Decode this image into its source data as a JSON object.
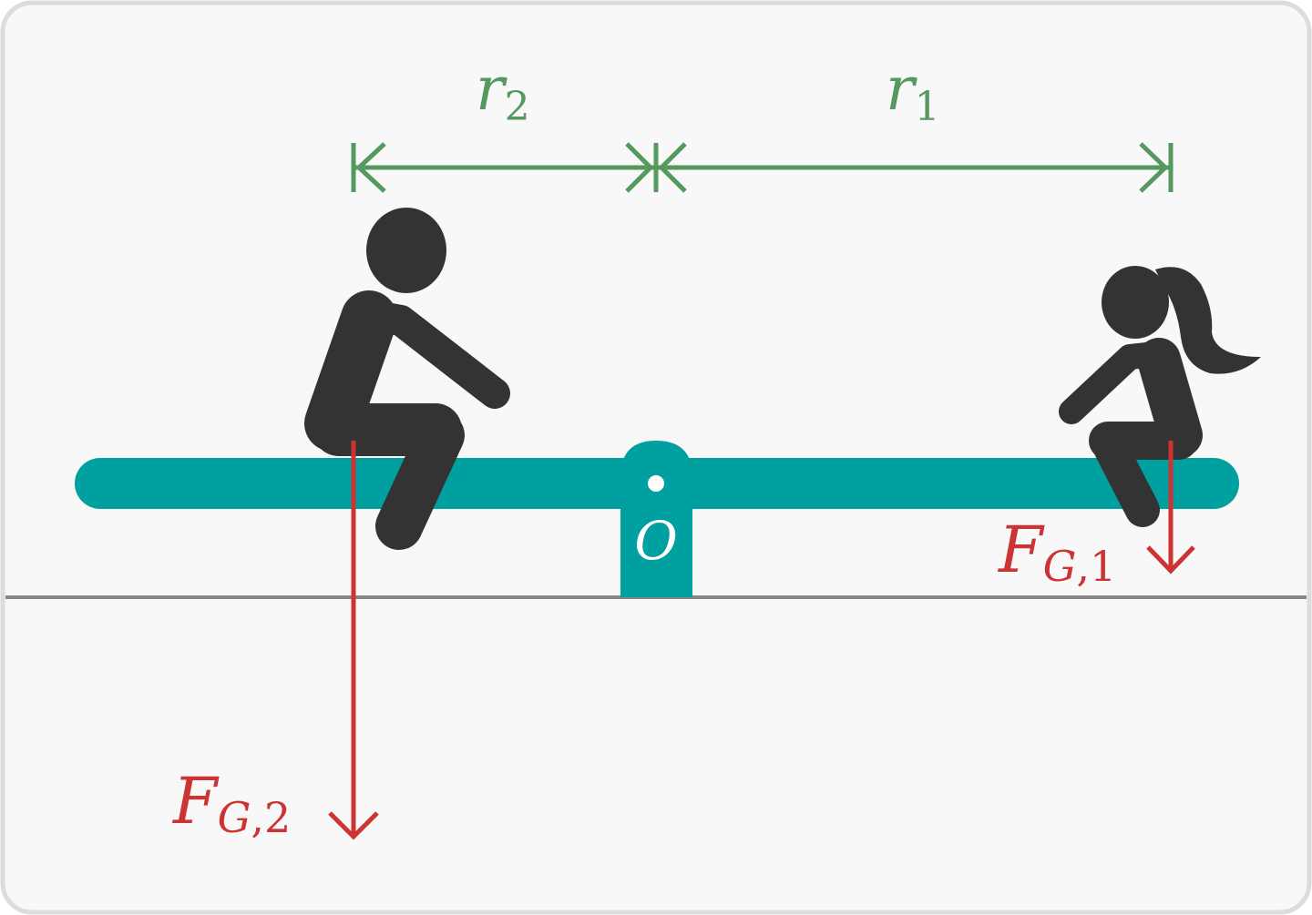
{
  "labels": {
    "r2": {
      "main": "r",
      "sub": "2"
    },
    "r1": {
      "main": "r",
      "sub": "1"
    },
    "pivot": "O",
    "fg1": {
      "main": "F",
      "sub_g": "G",
      "sub_n": ",1"
    },
    "fg2": {
      "main": "F",
      "sub_g": "G",
      "sub_n": ",2"
    }
  },
  "colors": {
    "background": "#f8f8f8",
    "border": "#dcdcdc",
    "plank": "#00a0a0",
    "figure": "#333333",
    "distance": "#55995f",
    "force": "#cc3333",
    "ground": "#888888"
  },
  "icons": [
    "man-sitting-icon",
    "girl-sitting-icon"
  ]
}
